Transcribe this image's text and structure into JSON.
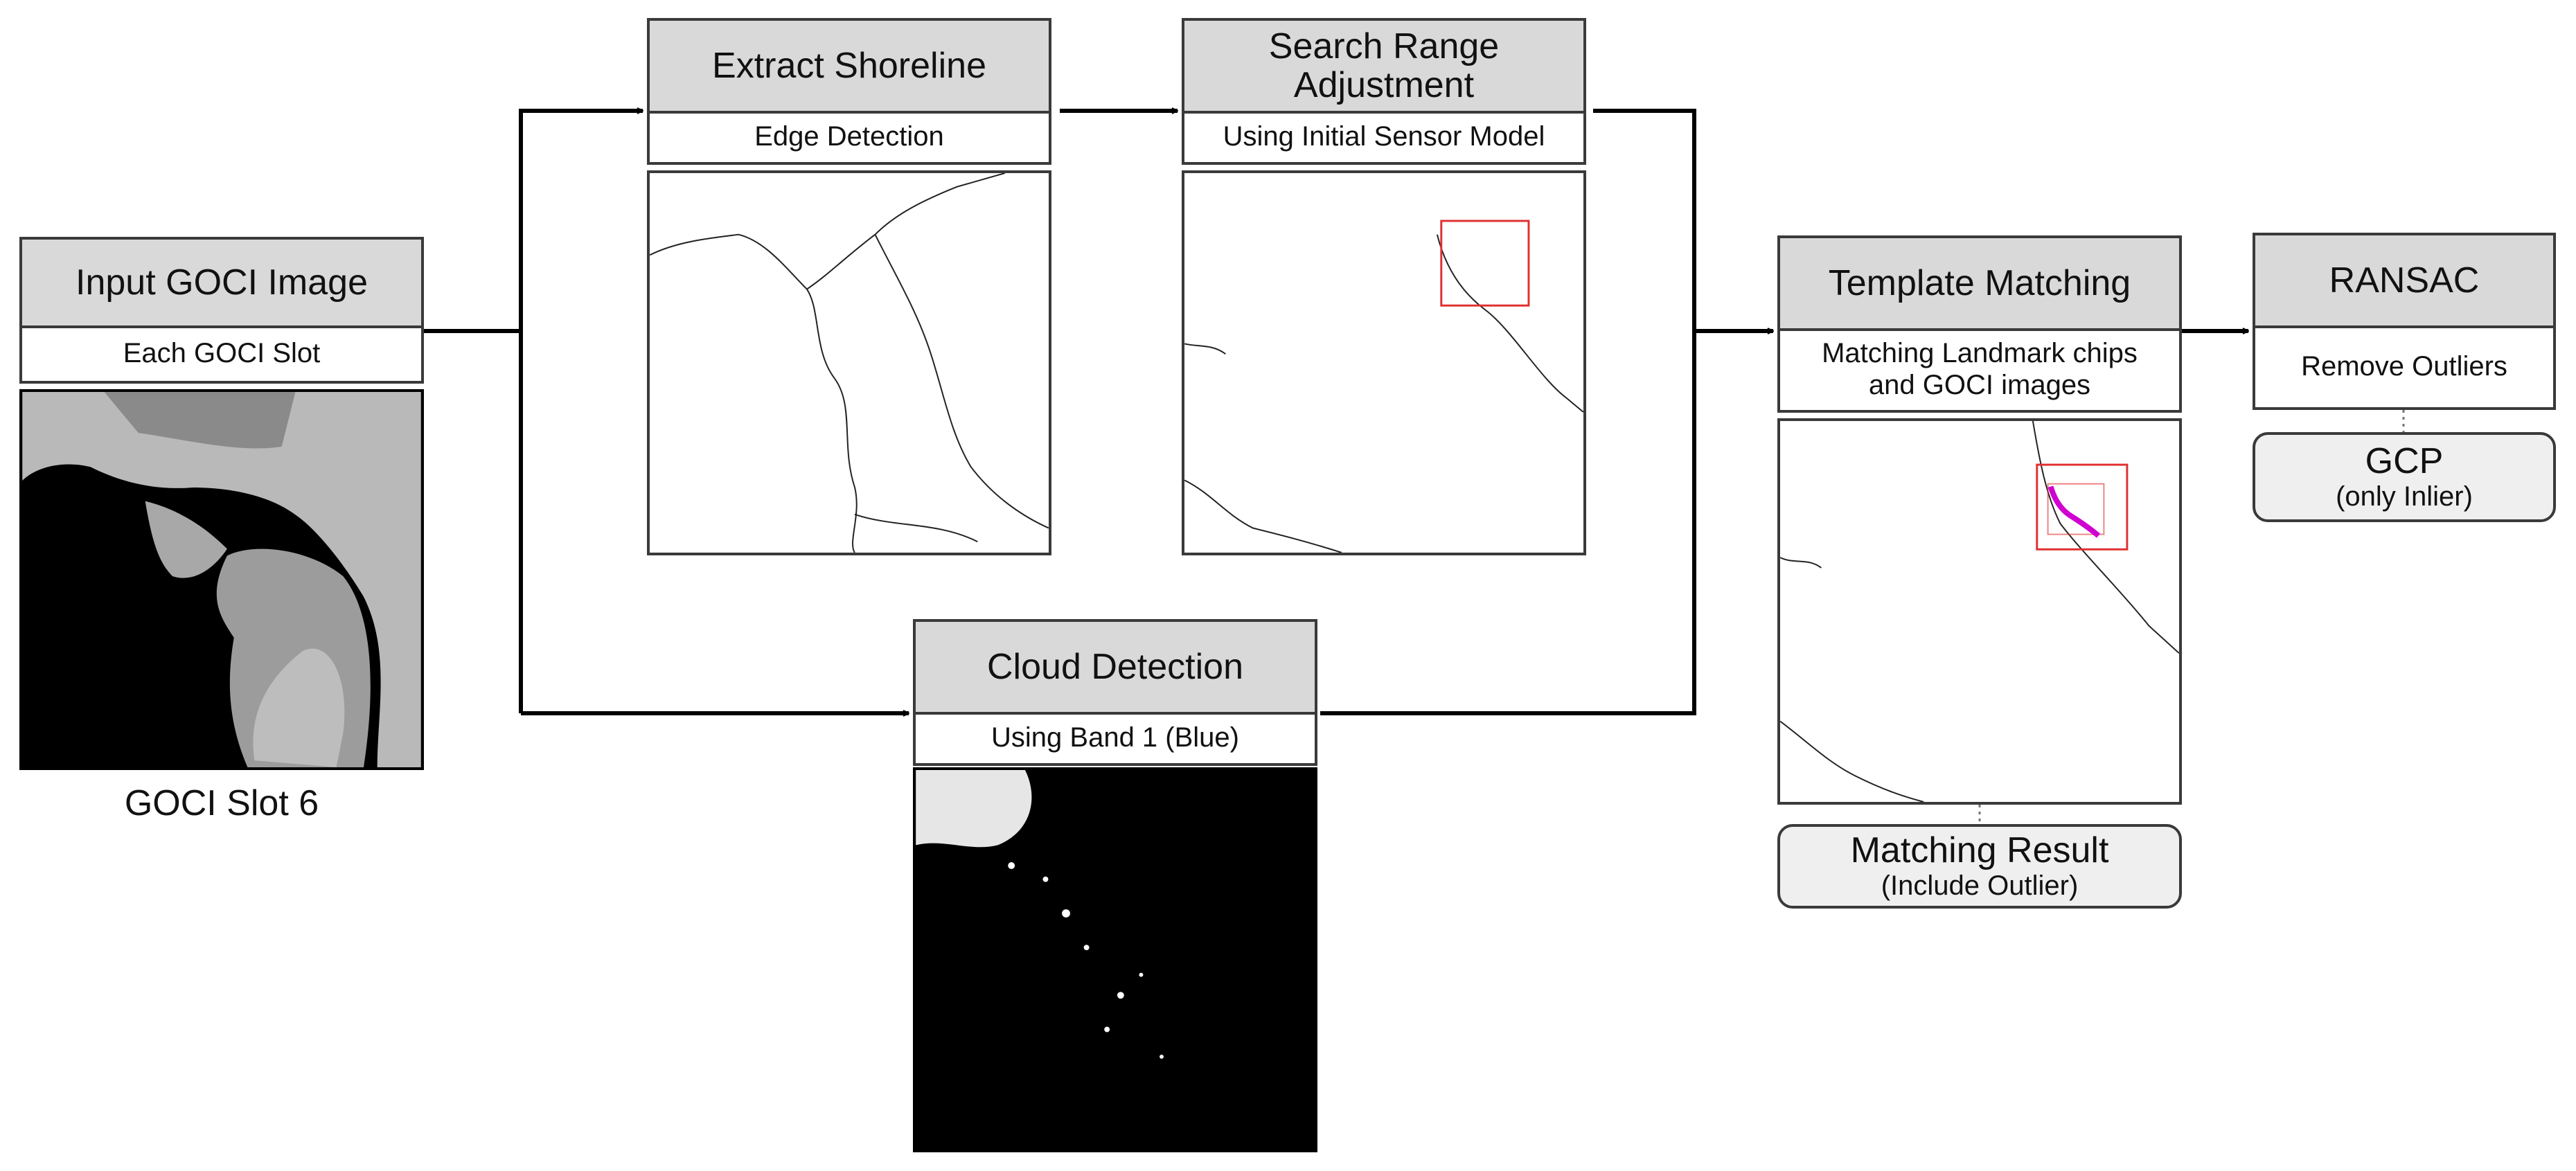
{
  "steps": {
    "input": {
      "title": "Input GOCI Image",
      "subtitle": "Each GOCI Slot",
      "caption": "GOCI Slot 6"
    },
    "extract": {
      "title": "Extract Shoreline",
      "subtitle": "Edge Detection"
    },
    "search": {
      "title_line1": "Search Range",
      "title_line2": "Adjustment",
      "subtitle": "Using Initial Sensor Model"
    },
    "cloud": {
      "title": "Cloud Detection",
      "subtitle": "Using Band 1 (Blue)"
    },
    "template": {
      "title": "Template Matching",
      "subtitle_line1": "Matching Landmark chips",
      "subtitle_line2": "and GOCI images"
    },
    "ransac": {
      "title": "RANSAC",
      "subtitle": "Remove Outliers"
    }
  },
  "results": {
    "matching": {
      "line1": "Matching Result",
      "line2": "(Include Outlier)"
    },
    "gcp": {
      "line1": "GCP",
      "line2": "(only Inlier)"
    }
  },
  "colors": {
    "box_header": "#d9d9d9",
    "result_fill": "#efefef",
    "search_window": "#e03030",
    "matched_shoreline": "#d000d0"
  }
}
